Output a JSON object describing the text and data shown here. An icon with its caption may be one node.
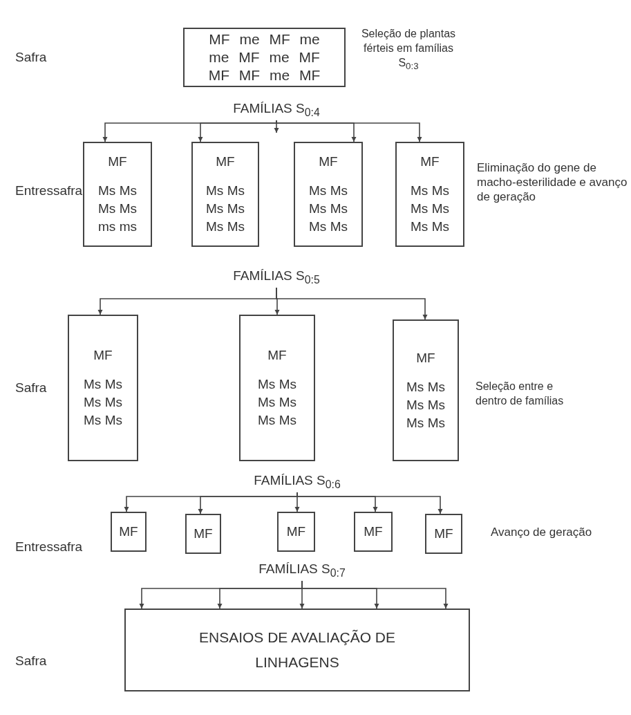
{
  "diagram": {
    "nodes": [
      {
        "text": [
          "MF me MF me me MF me MF MF MF me MF"
        ]
      },
      {
        "text": [
          "FAMÍLIAS S$_{0:4}$"
        ]
      },
      {
        "text": [
          "MF",
          "Ms Ms Ms Ms ms ms"
        ]
      },
      {
        "text": [
          "MF",
          "Ms Ms Ms Ms Ms Ms"
        ]
      },
      {
        "text": [
          "MF",
          "Ms Ms Ms Ms Ms Ms"
        ]
      },
      {
        "text": [
          "MF",
          "Ms Ms Ms Ms Ms Ms"
        ]
      },
      {
        "text": [
          "FAMÍLIAS S$_{0:5}$"
        ]
      },
      {
        "text": [
          "MF",
          "Ms Ms Ms Ms Ms Ms"
        ]
      },
      {
        "text": [
          "MF",
          "Ms Ms Ms Ms Ms Ms"
        ]
      },
      {
        "text": [
          "MF",
          "Ms Ms Ms Ms Ms Ms"
        ]
      },
      {
        "text": [
          "FAMÍLIAS S$_{0:6}$"
        ]
      },
      {
        "text": [
          "MF"
        ]
      },
      {
        "text": [
          "MF"
        ]
      },
      {
        "text": [
          "MF"
        ]
      },
      {
        "text": [
          "MF"
        ]
      },
      {
        "text": [
          "MF"
        ]
      },
      {
        "text": [
          "FAMÍLIAS S$_{0:7}$"
        ]
      },
      {
        "text": [
          "ENSAIOS DE AVALIAÇÃO DE LINHAGENS"
        ]
      }
    ],
    "edges": [
      {
        "from": 1,
        "to": 2,
        "arrow": "to"
      },
      {
        "from": 1,
        "to": 3,
        "arrow": "to"
      },
      {
        "from": 1,
        "to": null,
        "arrow": "to"
      },
      {
        "from": 1,
        "to": 4,
        "arrow": "to"
      },
      {
        "from": 1,
        "to": 5,
        "arrow": "to"
      },
      {
        "from": 6,
        "to": 7,
        "arrow": "to"
      },
      {
        "from": 6,
        "to": 8,
        "arrow": "to"
      },
      {
        "from": 6,
        "to": 9,
        "arrow": "to"
      },
      {
        "from": 10,
        "to": 11,
        "arrow": "to"
      },
      {
        "from": 10,
        "to": 12,
        "arrow": "to"
      },
      {
        "from": 10,
        "to": 13,
        "arrow": "to"
      },
      {
        "from": 10,
        "to": 14,
        "arrow": "to"
      },
      {
        "from": 10,
        "to": 15,
        "arrow": "to"
      },
      {
        "from": 16,
        "to": 17,
        "arrow": "to"
      },
      {
        "from": 16,
        "to": 17,
        "arrow": "to"
      },
      {
        "from": 16,
        "to": 17,
        "arrow": "to"
      },
      {
        "from": 16,
        "to": 17,
        "arrow": "to"
      },
      {
        "from": 16,
        "to": 17,
        "arrow": "to"
      }
    ],
    "labels": [
      "Safra",
      "Seleção de plantas férteis em famílias S$_{0:3}$",
      "Entressafra",
      "Eliminação do gene de macho-esterilidade e avanço de geração",
      "Safra",
      "Seleção entre e dentro de famílias",
      "Entressafra",
      "Avanço de geração",
      "Safra"
    ]
  }
}
